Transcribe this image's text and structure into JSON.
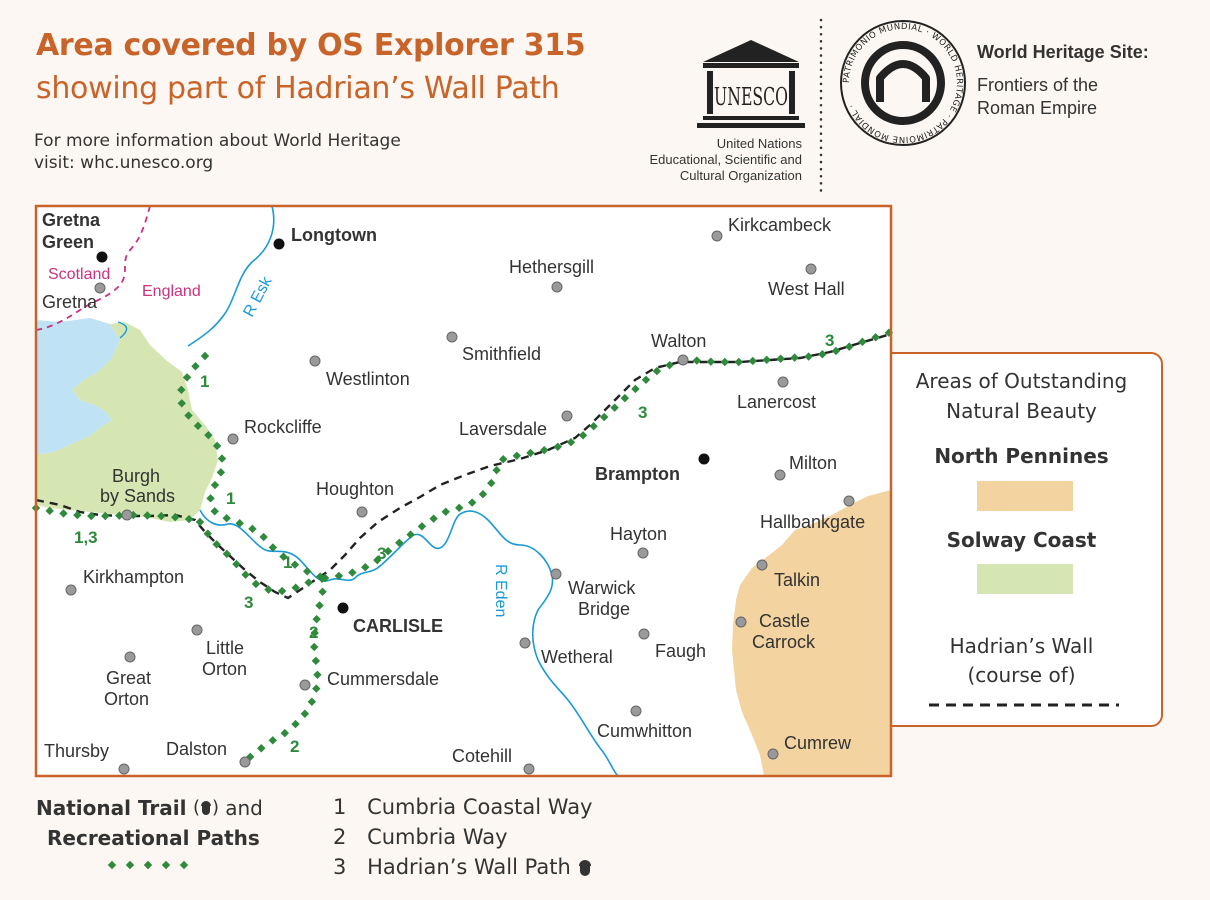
{
  "header": {
    "title_line1": "Area covered by OS Explorer 315",
    "title_line2": "showing part of Hadrian’s Wall Path",
    "info_line1": "For more information about World Heritage",
    "info_line2": "visit: whc.unesco.org"
  },
  "unesco": {
    "logo_text": "UNESCO",
    "org_line1": "United Nations",
    "org_line2": "Educational, Scientific and",
    "org_line3": "Cultural Organization"
  },
  "world_heritage": {
    "emblem_text": "PATRIMONIO MUNDIAL · WORLD HERITAGE · PATRIMOINE MONDIAL ·",
    "title": "World Heritage Site:",
    "line1": "Frontiers of the",
    "line2": "Roman Empire"
  },
  "legend": {
    "aonb_line1": "Areas of Outstanding",
    "aonb_line2": "Natural Beauty",
    "north_pennines": "North Pennines",
    "solway_coast": "Solway Coast",
    "wall_line1": "Hadrian’s Wall",
    "wall_line2": "(course of)",
    "colors": {
      "north_pennines": "#f3d3a0",
      "solway_coast": "#d5e6b3",
      "wall": "#222222",
      "trail": "#2f8a3c",
      "water": "#bfe3f5",
      "river": "#1a9ad6",
      "border": "#c9327f",
      "frame": "#c8642a"
    }
  },
  "bottom": {
    "national_trail": "National Trail",
    "and_text": "and",
    "recreational": "Recreational Paths",
    "routes": [
      {
        "num": "1",
        "name": "Cumbria Coastal Way"
      },
      {
        "num": "2",
        "name": "Cumbria Way"
      },
      {
        "num": "3",
        "name": "Hadrian’s Wall Path"
      }
    ]
  },
  "map": {
    "places": {
      "gretna_green_1": "Gretna",
      "gretna_green_2": "Green",
      "scotland": "Scotland",
      "england": "England",
      "gretna": "Gretna",
      "longtown": "Longtown",
      "r_esk": "R Esk",
      "kirkcambeck": "Kirkcambeck",
      "hethersgill": "Hethersgill",
      "west_hall": "West Hall",
      "westlinton": "Westlinton",
      "smithfield": "Smithfield",
      "walton": "Walton",
      "lanercost": "Lanercost",
      "rockcliffe": "Rockcliffe",
      "laversdale": "Laversdale",
      "brampton": "Brampton",
      "milton": "Milton",
      "burgh_1": "Burgh",
      "burgh_2": "by Sands",
      "houghton": "Houghton",
      "hallbankgate": "Hallbankgate",
      "hayton": "Hayton",
      "kirkhampton": "Kirkhampton",
      "warwick_1": "Warwick",
      "warwick_2": "Bridge",
      "talkin": "Talkin",
      "r_eden": "R Eden",
      "carlisle": "CARLISLE",
      "castle_1": "Castle",
      "castle_2": "Carrock",
      "little_1": "Little",
      "little_2": "Orton",
      "faugh": "Faugh",
      "great_1": "Great",
      "great_2": "Orton",
      "cummersdale": "Cummersdale",
      "wetheral": "Wetheral",
      "cumwhitton": "Cumwhitton",
      "thursby": "Thursby",
      "dalston": "Dalston",
      "cotehill": "Cotehill",
      "cumrew": "Cumrew"
    },
    "route_numbers": {
      "r1a": "1",
      "r1b": "1",
      "r1c": "1",
      "r13": "1,3",
      "r3a": "3",
      "r3b": "3",
      "r3c": "3",
      "r3d": "3",
      "r2a": "2",
      "r2b": "2"
    }
  }
}
